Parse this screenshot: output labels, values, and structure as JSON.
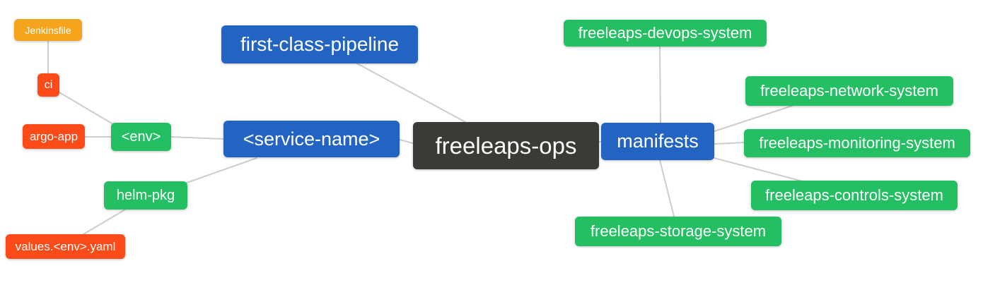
{
  "colors": {
    "blue": "#2364c3",
    "green": "#23bf62",
    "red": "#fc4b18",
    "amber": "#f7a41d",
    "dark": "#3b3a37",
    "edge": "#cdcdcd"
  },
  "nodes": {
    "root": {
      "label": "freeleaps-ops"
    },
    "first_class_pipeline": {
      "label": "first-class-pipeline"
    },
    "service_name": {
      "label": "<service-name>"
    },
    "env": {
      "label": "<env>"
    },
    "ci": {
      "label": "ci"
    },
    "jenkinsfile": {
      "label": "Jenkinsfile"
    },
    "argo_app": {
      "label": "argo-app"
    },
    "helm_pkg": {
      "label": "helm-pkg"
    },
    "values_env_yaml": {
      "label": "values.<env>.yaml"
    },
    "manifests": {
      "label": "manifests"
    },
    "devops_system": {
      "label": "freeleaps-devops-system"
    },
    "network_system": {
      "label": "freeleaps-network-system"
    },
    "monitoring_system": {
      "label": "freeleaps-monitoring-system"
    },
    "controls_system": {
      "label": "freeleaps-controls-system"
    },
    "storage_system": {
      "label": "freeleaps-storage-system"
    }
  },
  "edges": [
    [
      "jenkinsfile",
      "ci"
    ],
    [
      "ci",
      "env"
    ],
    [
      "argo_app",
      "env"
    ],
    [
      "env",
      "service_name"
    ],
    [
      "helm_pkg",
      "service_name"
    ],
    [
      "helm_pkg",
      "values_env_yaml"
    ],
    [
      "first_class_pipeline",
      "root"
    ],
    [
      "service_name",
      "root"
    ],
    [
      "root",
      "manifests"
    ],
    [
      "manifests",
      "devops_system"
    ],
    [
      "manifests",
      "network_system"
    ],
    [
      "manifests",
      "monitoring_system"
    ],
    [
      "manifests",
      "controls_system"
    ],
    [
      "manifests",
      "storage_system"
    ]
  ]
}
